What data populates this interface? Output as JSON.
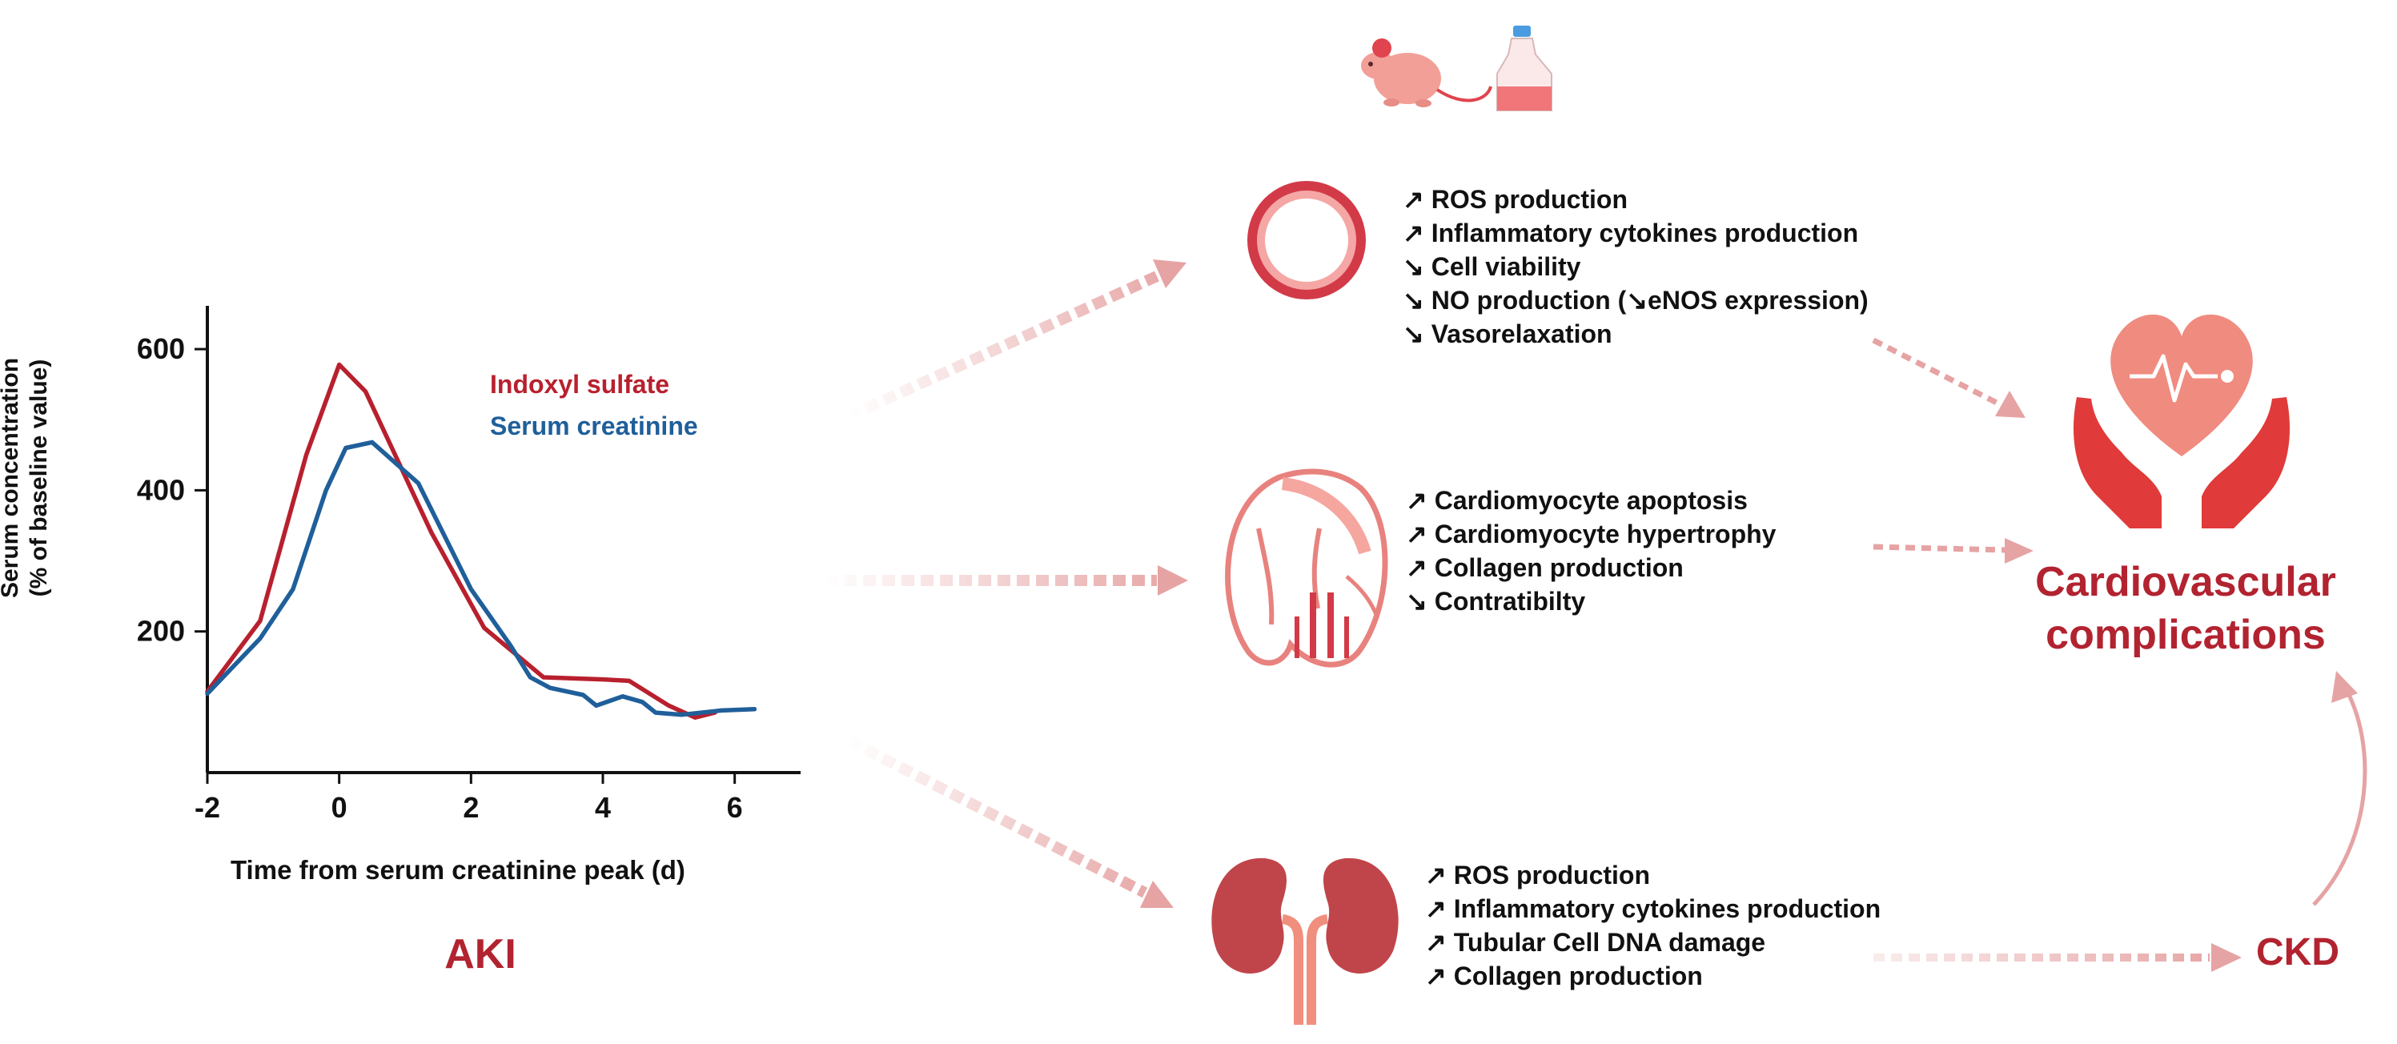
{
  "chart_data": {
    "type": "line",
    "xlabel": "Time from serum creatinine peak (d)",
    "ylabel_line1": "Serum concentration",
    "ylabel_line2": "(% of baseline value)",
    "xlim": [
      -2,
      7
    ],
    "ylim": [
      0,
      650
    ],
    "xticks": [
      -2,
      0,
      2,
      4,
      6
    ],
    "yticks": [
      200,
      400,
      600
    ],
    "series": [
      {
        "name": "Indoxyl sulfate",
        "color": "#b8202e",
        "points": [
          [
            -2,
            115
          ],
          [
            -1.2,
            215
          ],
          [
            -0.5,
            450
          ],
          [
            0,
            578
          ],
          [
            0.4,
            540
          ],
          [
            0.8,
            460
          ],
          [
            1.4,
            340
          ],
          [
            2.2,
            205
          ],
          [
            3.1,
            135
          ],
          [
            4.0,
            132
          ],
          [
            4.4,
            130
          ],
          [
            5.0,
            95
          ],
          [
            5.4,
            78
          ],
          [
            5.7,
            85
          ]
        ]
      },
      {
        "name": "Serum creatinine",
        "color": "#1f5f9a",
        "points": [
          [
            -2,
            112
          ],
          [
            -1.2,
            190
          ],
          [
            -0.7,
            260
          ],
          [
            -0.2,
            400
          ],
          [
            0.1,
            460
          ],
          [
            0.5,
            468
          ],
          [
            1.2,
            410
          ],
          [
            2.0,
            260
          ],
          [
            2.6,
            180
          ],
          [
            2.9,
            135
          ],
          [
            3.2,
            120
          ],
          [
            3.7,
            110
          ],
          [
            3.9,
            95
          ],
          [
            4.3,
            108
          ],
          [
            4.6,
            100
          ],
          [
            4.8,
            85
          ],
          [
            5.2,
            82
          ],
          [
            5.8,
            88
          ],
          [
            6.3,
            90
          ]
        ]
      }
    ]
  },
  "aki_label": "AKI",
  "vessel_effects": [
    "↗ ROS production",
    "↗ Inflammatory cytokines production",
    "↘ Cell viability",
    "↘ NO production (↘eNOS expression)",
    "↘ Vasorelaxation"
  ],
  "heart_effects": [
    "↗ Cardiomyocyte apoptosis",
    "↗ Cardiomyocyte hypertrophy",
    "↗ Collagen production",
    "↘ Contratibilty"
  ],
  "kidney_effects": [
    "↗ ROS production",
    "↗ Inflammatory cytokines production",
    "↗ Tubular Cell DNA damage",
    "↗ Collagen production"
  ],
  "outcome_line1": "Cardiovascular",
  "outcome_line2": "complications",
  "ckd_label": "CKD",
  "colors": {
    "accent": "#b22330",
    "arrow": "#e6a3a3",
    "kidney": "#c0454a",
    "vessel": "#d23a48",
    "heart_outline": "#e8827e",
    "hands": "#e03a3a",
    "heart_fill": "#f08b80"
  }
}
